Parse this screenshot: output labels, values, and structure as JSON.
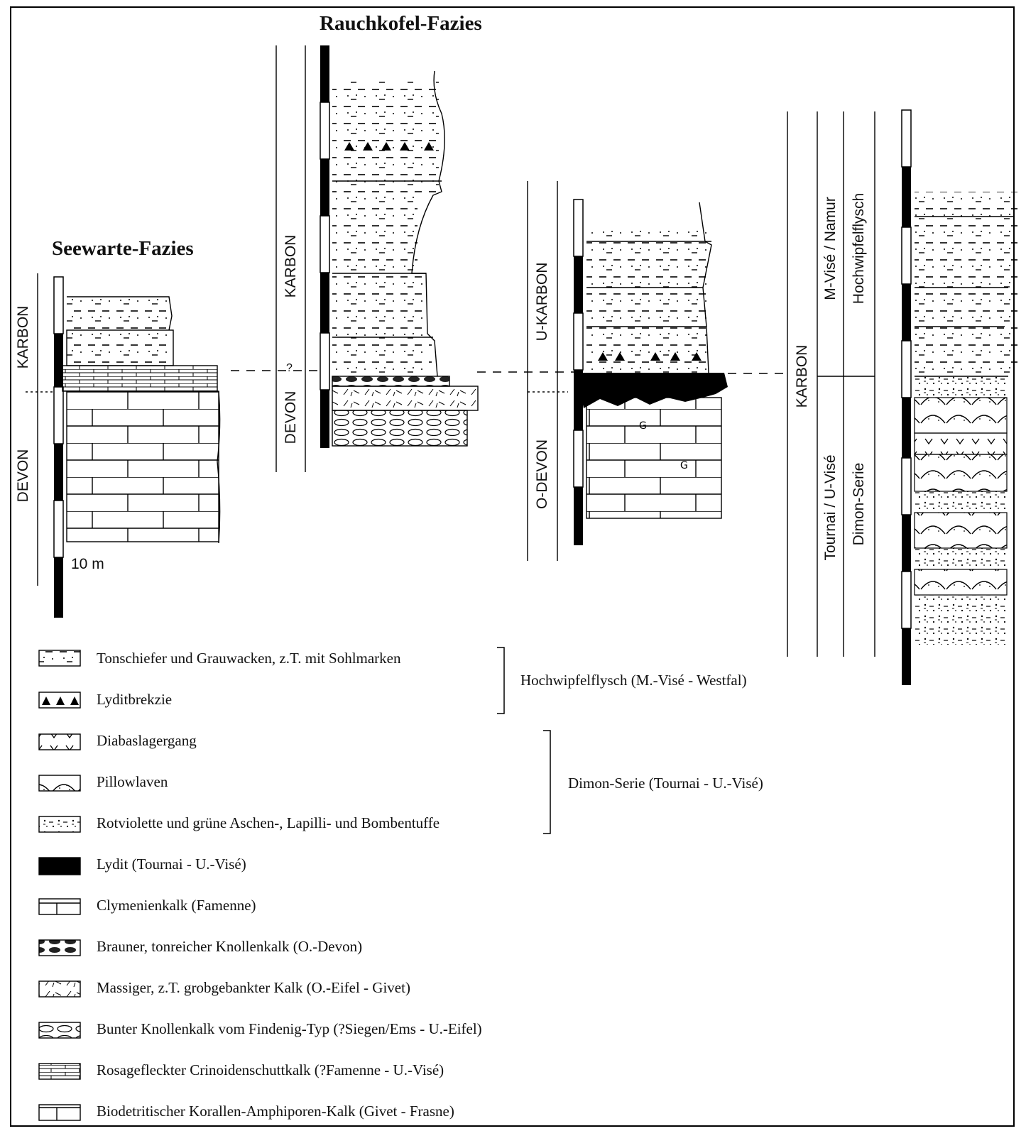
{
  "titles": {
    "seewarte": "Seewarte-Fazies",
    "rauchkofel": "Rauchkofel-Fazies"
  },
  "columns": {
    "col1": {
      "upper": "KARBON",
      "lower": "DEVON"
    },
    "col2": {
      "upper": "KARBON",
      "lower": "DEVON",
      "question_mark": "?"
    },
    "col3": {
      "upper": "U-KARBON",
      "lower": "O-DEVON"
    },
    "col4": {
      "system": "KARBON",
      "stage_upper": "M-Visé / Namur",
      "stage_lower": "Tournai / U-Visé",
      "unit_upper": "Hochwipfelflysch",
      "unit_lower": "Dimon-Serie"
    }
  },
  "scale_label": "10 m",
  "legend": {
    "items": [
      {
        "label": "Tonschiefer und Grauwacken, z.T. mit Sohlmarken",
        "pattern": "shale"
      },
      {
        "label": "Lyditbrekzie",
        "pattern": "breccia"
      },
      {
        "label": "Diabaslagergang",
        "pattern": "diabase"
      },
      {
        "label": "Pillowlaven",
        "pattern": "pillow"
      },
      {
        "label": "Rotviolette und grüne Aschen-, Lapilli- und Bombentuffe",
        "pattern": "tuff"
      },
      {
        "label": "Lydit (Tournai - U.-Visé)",
        "pattern": "lydite"
      },
      {
        "label": "Clymenienkalk (Famenne)",
        "pattern": "clymenia"
      },
      {
        "label": "Brauner, tonreicher Knollenkalk (O.-Devon)",
        "pattern": "brown-nodular"
      },
      {
        "label": "Massiger, z.T. grobgebankter Kalk (O.-Eifel - Givet)",
        "pattern": "massive"
      },
      {
        "label": "Bunter Knollenkalk vom Findenig-Typ (?Siegen/Ems - U.-Eifel)",
        "pattern": "findenig"
      },
      {
        "label": "Rosagefleckter Crinoidenschuttkalk (?Famenne - U.-Visé)",
        "pattern": "crinoid"
      },
      {
        "label": "Biodetritischer Korallen-Amphiporen-Kalk (Givet - Frasne)",
        "pattern": "coral"
      }
    ],
    "groups": [
      {
        "label": "Hochwipfelflysch (M.-Visé - Westfal)"
      },
      {
        "label": "Dimon-Serie (Tournai - U.-Visé)"
      }
    ]
  }
}
